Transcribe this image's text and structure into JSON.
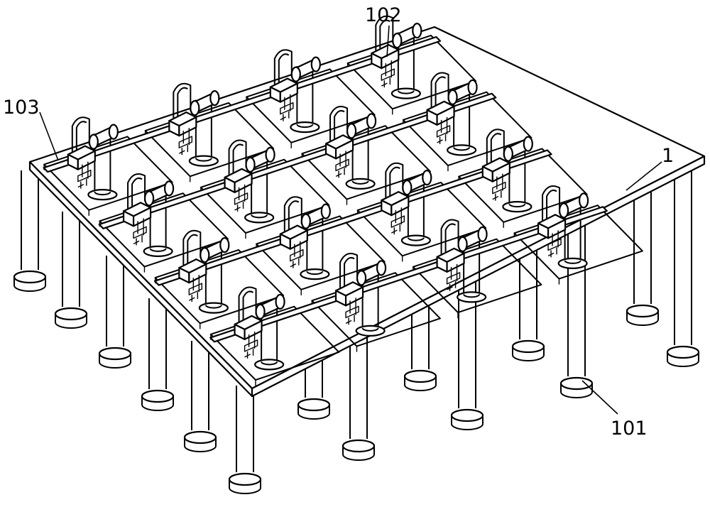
{
  "labels": {
    "frame": "1",
    "legs": "101",
    "rail": "102",
    "platform_edge": "103"
  }
}
